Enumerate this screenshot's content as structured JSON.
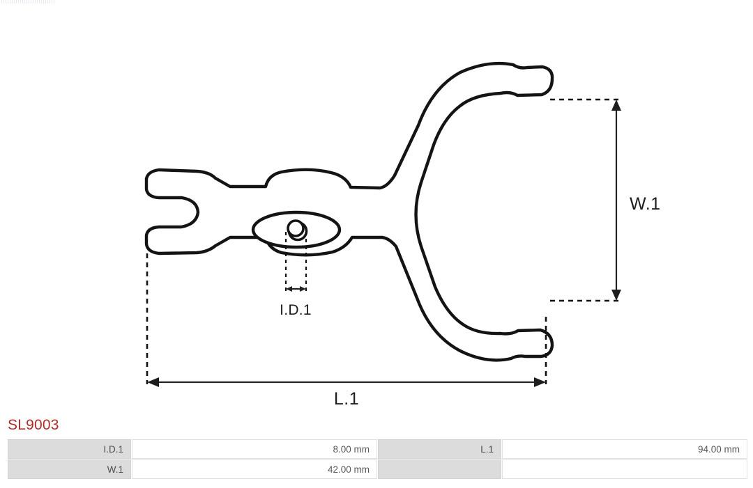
{
  "part": {
    "code": "SL9003",
    "code_color": "#b32c28"
  },
  "drawing": {
    "type": "technical-drawing",
    "subject": "starter solenoid lever fork",
    "dimension_callouts": [
      {
        "name": "I.D.1",
        "label": "I.D.1",
        "orientation": "horizontal"
      },
      {
        "name": "W.1",
        "label": "W.1",
        "orientation": "vertical"
      },
      {
        "name": "L.1",
        "label": "L.1",
        "orientation": "horizontal"
      }
    ],
    "line_color": "#141414",
    "background": "#ffffff"
  },
  "spec_table": {
    "rows": [
      {
        "label_a": "I.D.1",
        "value_a": "8.00 mm",
        "label_b": "L.1",
        "value_b": "94.00 mm"
      },
      {
        "label_a": "W.1",
        "value_a": "42.00 mm",
        "label_b": "",
        "value_b": ""
      }
    ]
  }
}
